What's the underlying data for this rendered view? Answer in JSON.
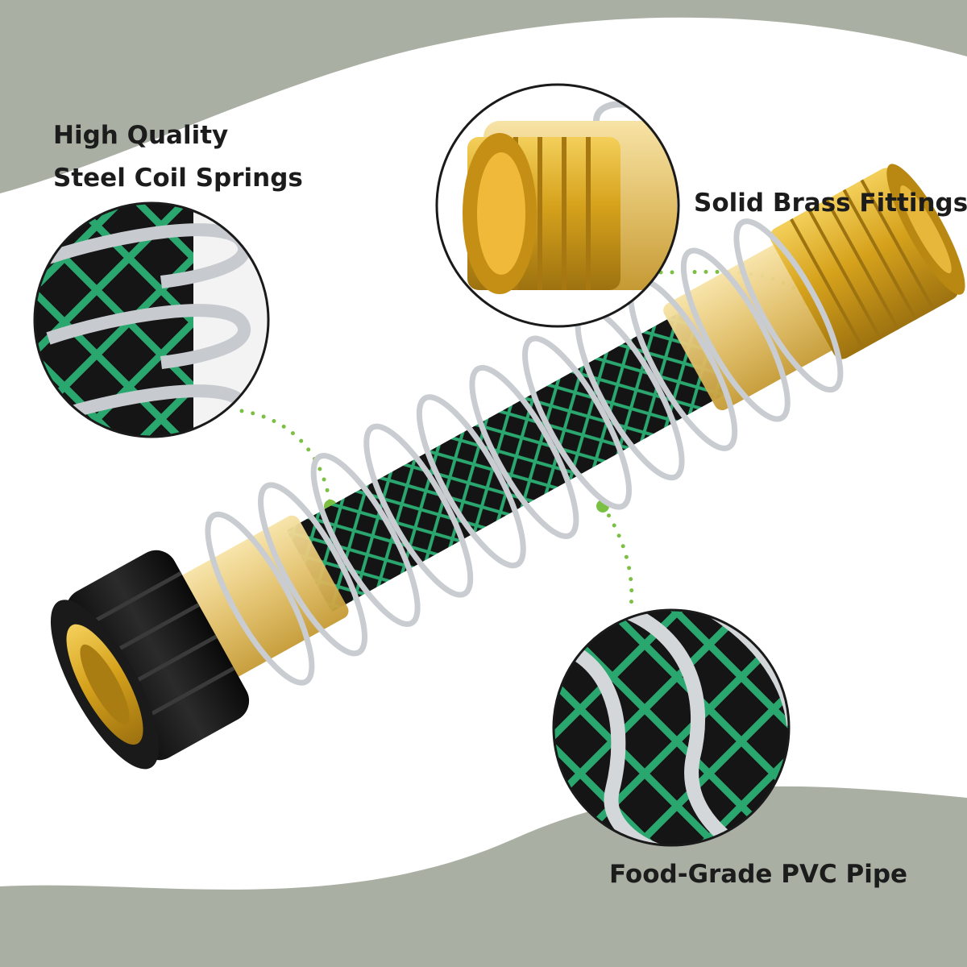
{
  "labels": {
    "springs_line1": "High Quality",
    "springs_line2": "Steel Coil Springs",
    "brass": "Solid Brass Fittings",
    "pvc": "Food-Grade PVC Pipe"
  },
  "colors": {
    "background_band": "#a9afa3",
    "accent_dot": "#7bc043",
    "hose_black": "#141414",
    "hose_mesh": "#2aa66f",
    "brass": "#d4a017",
    "spring": "#c9ccd0",
    "text": "#1c1c1c"
  },
  "icons": [
    "magnifier-circle-spring",
    "magnifier-circle-brass",
    "magnifier-circle-pvc"
  ]
}
